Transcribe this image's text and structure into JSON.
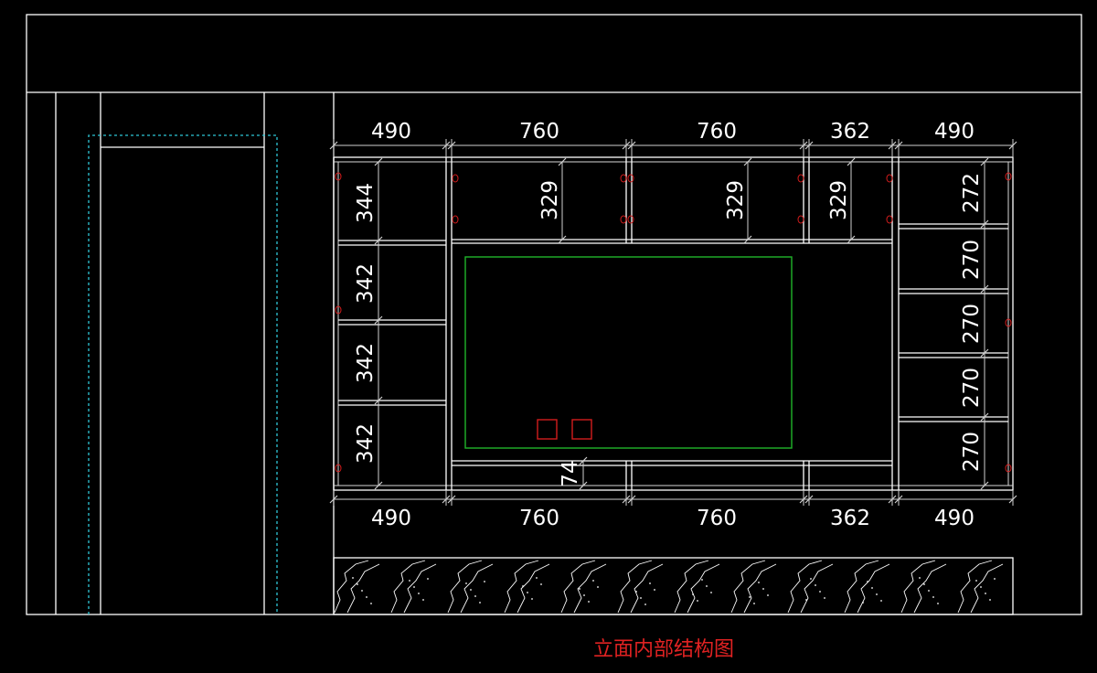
{
  "drawing": {
    "title": "立面内部结构图",
    "colors": {
      "background": "#000000",
      "lines": "#ffffff",
      "opening_outline": "#2ec6d6",
      "tv_outline": "#1fb52a",
      "sockets_and_markers": "#d21c1c"
    }
  },
  "dimensions": {
    "top_widths": [
      "490",
      "760",
      "760",
      "362",
      "490"
    ],
    "bottom_widths": [
      "490",
      "760",
      "760",
      "362",
      "490"
    ],
    "left_heights": [
      "344",
      "342",
      "342",
      "342"
    ],
    "upper_cabinet_heights": [
      "329",
      "329",
      "329"
    ],
    "right_heights": [
      "272",
      "270",
      "270",
      "270",
      "270"
    ],
    "base_height": "74"
  }
}
